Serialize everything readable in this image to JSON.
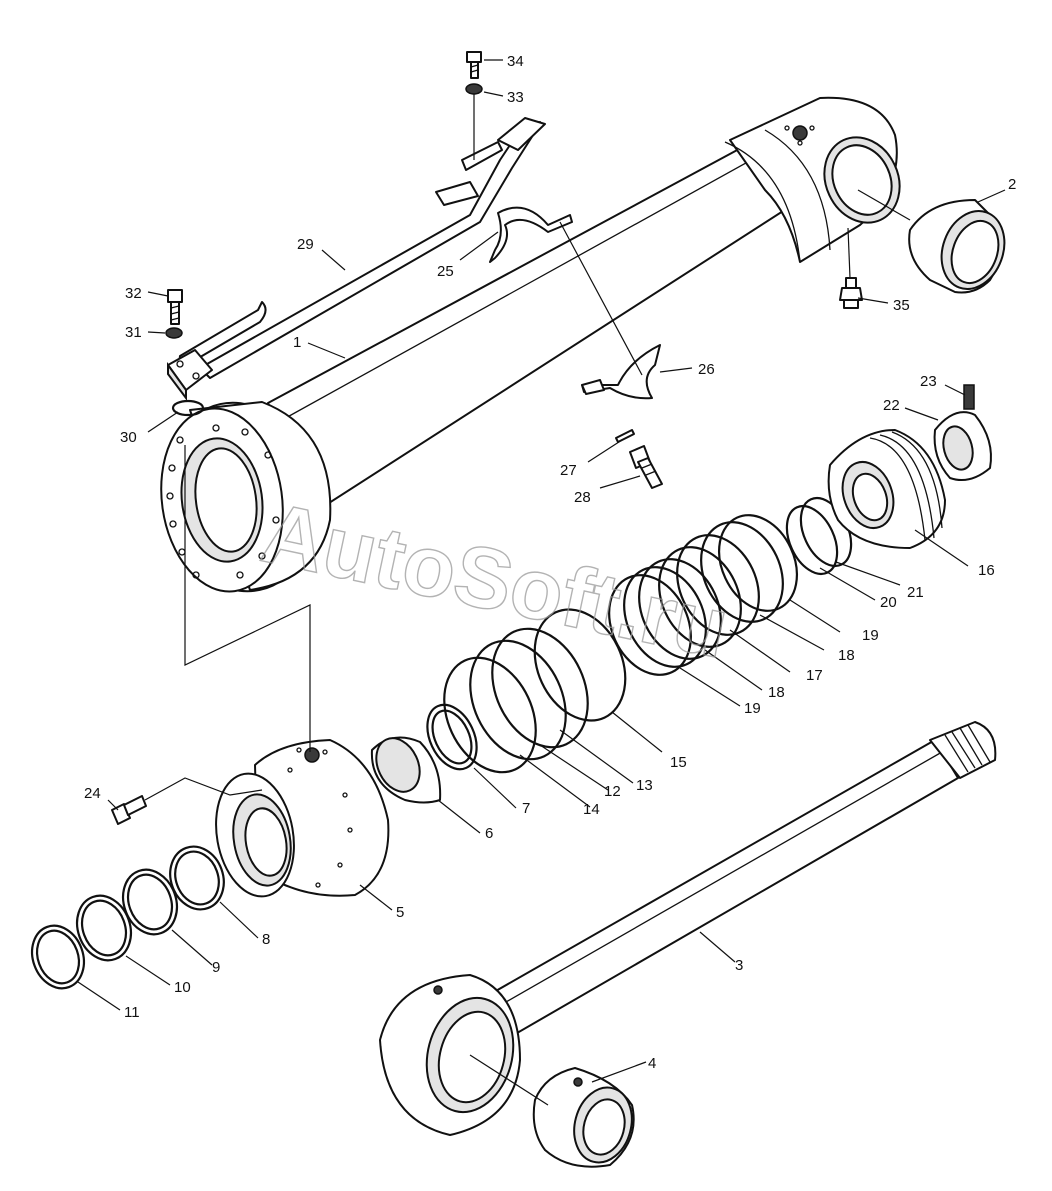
{
  "watermark": "AutoSoft.ru",
  "callouts": [
    {
      "id": "c1",
      "label": "1"
    },
    {
      "id": "c2",
      "label": "2"
    },
    {
      "id": "c3",
      "label": "3"
    },
    {
      "id": "c4",
      "label": "4"
    },
    {
      "id": "c5",
      "label": "5"
    },
    {
      "id": "c6",
      "label": "6"
    },
    {
      "id": "c7",
      "label": "7"
    },
    {
      "id": "c8",
      "label": "8"
    },
    {
      "id": "c9",
      "label": "9"
    },
    {
      "id": "c10",
      "label": "10"
    },
    {
      "id": "c11",
      "label": "11"
    },
    {
      "id": "c12",
      "label": "12"
    },
    {
      "id": "c13",
      "label": "13"
    },
    {
      "id": "c14",
      "label": "14"
    },
    {
      "id": "c15",
      "label": "15"
    },
    {
      "id": "c16",
      "label": "16"
    },
    {
      "id": "c17",
      "label": "17"
    },
    {
      "id": "c18a",
      "label": "18"
    },
    {
      "id": "c18b",
      "label": "18"
    },
    {
      "id": "c19a",
      "label": "19"
    },
    {
      "id": "c19b",
      "label": "19"
    },
    {
      "id": "c20",
      "label": "20"
    },
    {
      "id": "c21",
      "label": "21"
    },
    {
      "id": "c22",
      "label": "22"
    },
    {
      "id": "c23",
      "label": "23"
    },
    {
      "id": "c24",
      "label": "24"
    },
    {
      "id": "c25",
      "label": "25"
    },
    {
      "id": "c26",
      "label": "26"
    },
    {
      "id": "c27",
      "label": "27"
    },
    {
      "id": "c28",
      "label": "28"
    },
    {
      "id": "c29",
      "label": "29"
    },
    {
      "id": "c30",
      "label": "30"
    },
    {
      "id": "c31",
      "label": "31"
    },
    {
      "id": "c32",
      "label": "32"
    },
    {
      "id": "c33",
      "label": "33"
    },
    {
      "id": "c34",
      "label": "34"
    },
    {
      "id": "c35",
      "label": "35"
    }
  ]
}
